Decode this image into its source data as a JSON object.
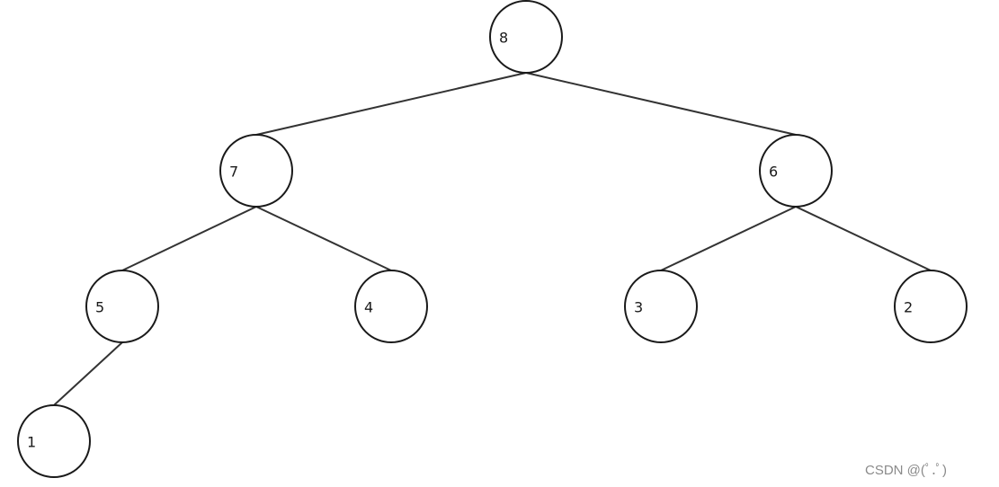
{
  "tree": {
    "nodes": [
      {
        "id": "n8",
        "label": "8"
      },
      {
        "id": "n7",
        "label": "7"
      },
      {
        "id": "n6",
        "label": "6"
      },
      {
        "id": "n5",
        "label": "5"
      },
      {
        "id": "n4",
        "label": "4"
      },
      {
        "id": "n3",
        "label": "3"
      },
      {
        "id": "n2",
        "label": "2"
      },
      {
        "id": "n1",
        "label": "1"
      }
    ],
    "edges": [
      {
        "from": "n8",
        "to": "n7"
      },
      {
        "from": "n8",
        "to": "n6"
      },
      {
        "from": "n7",
        "to": "n5"
      },
      {
        "from": "n7",
        "to": "n4"
      },
      {
        "from": "n6",
        "to": "n3"
      },
      {
        "from": "n6",
        "to": "n2"
      },
      {
        "from": "n5",
        "to": "n1"
      }
    ]
  },
  "watermark": {
    "text": "CSDN @(ﾟ.ﾟ)"
  }
}
